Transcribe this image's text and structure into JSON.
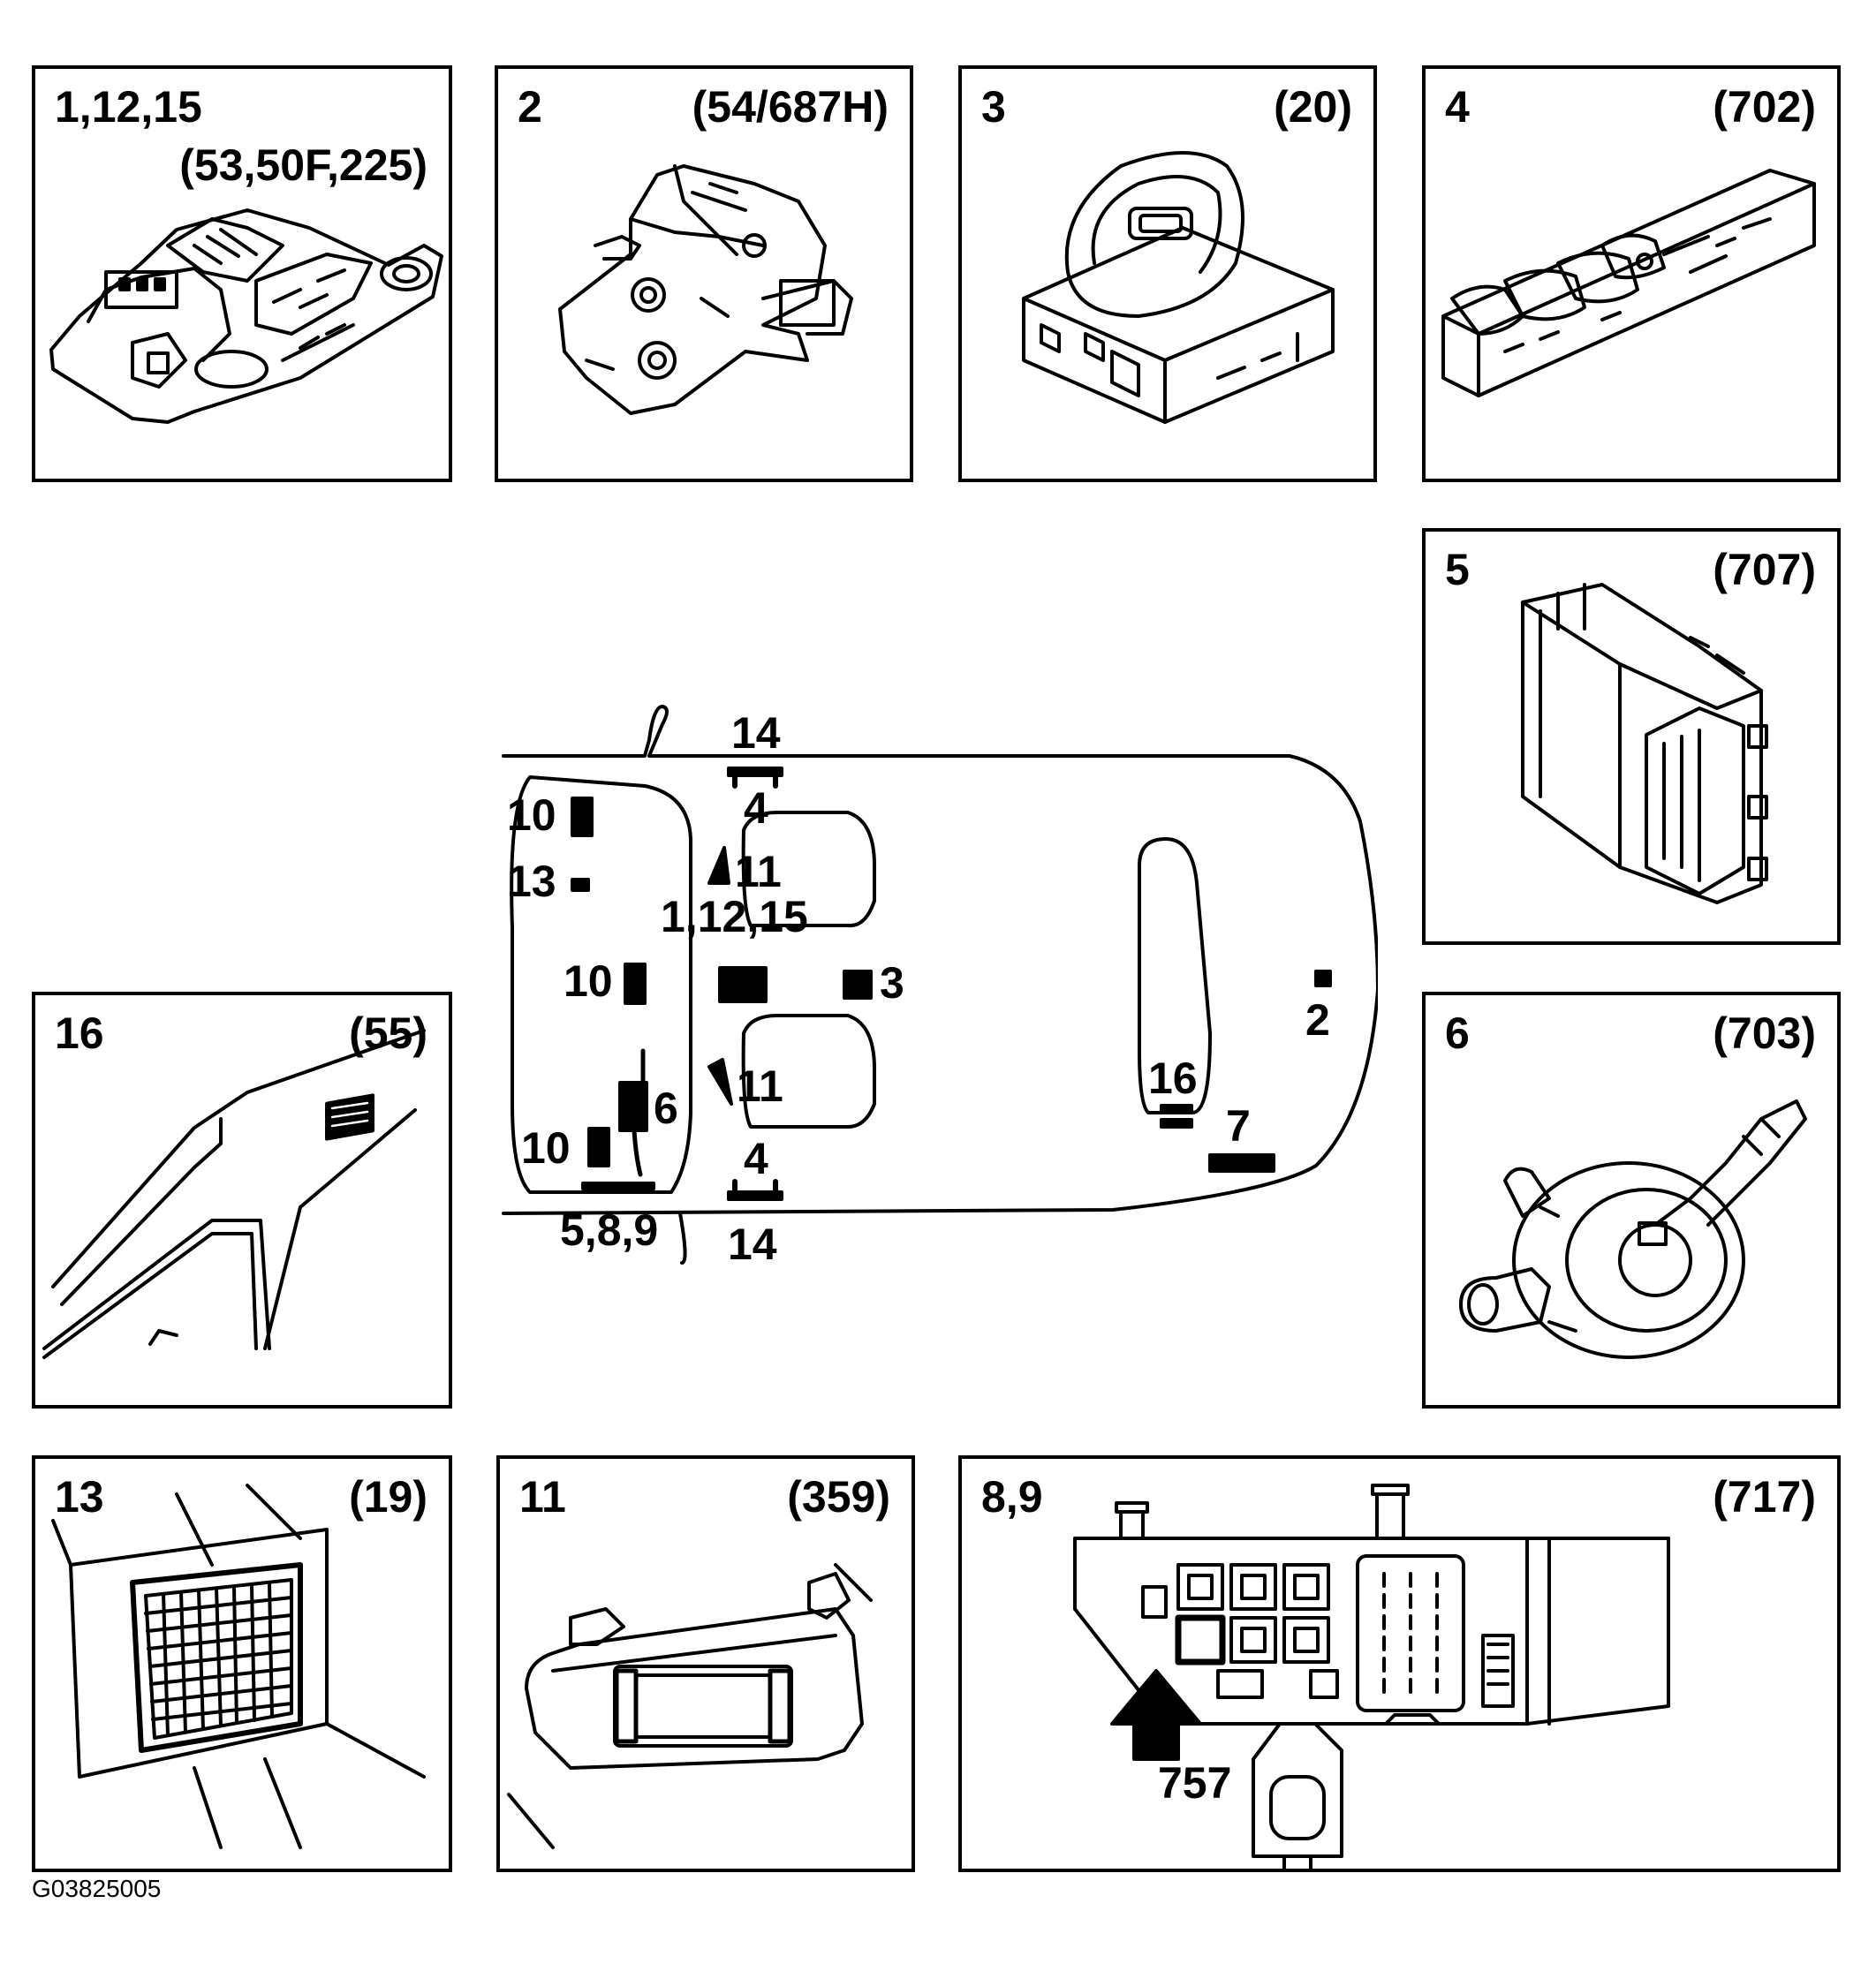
{
  "panels": {
    "p1": {
      "number": "1,12,15",
      "code": "(53,50F,225)",
      "icon": "roof-console-icon"
    },
    "p2": {
      "number": "2",
      "code": "(54/687H)",
      "icon": "tailgate-lock-icon"
    },
    "p3": {
      "number": "3",
      "code": "(20)",
      "icon": "ignition-switch-icon"
    },
    "p4": {
      "number": "4",
      "code": "(702)",
      "icon": "window-switch-icon"
    },
    "p5": {
      "number": "5",
      "code": "(707)",
      "icon": "control-module-icon"
    },
    "p6": {
      "number": "6",
      "code": "(703)",
      "icon": "steering-column-switch-icon"
    },
    "p16": {
      "number": "16",
      "code": "(55)",
      "icon": "rear-sensor-icon"
    },
    "p13": {
      "number": "13",
      "code": "(19)",
      "icon": "speaker-grille-icon"
    },
    "p11": {
      "number": "11",
      "code": "(359)",
      "icon": "sun-visor-icon"
    },
    "p89": {
      "number": "8,9",
      "code": "(717)",
      "icon": "fuse-box-icon",
      "arrow_label": "757"
    }
  },
  "overview": {
    "icon": "vehicle-outline-icon",
    "labels": {
      "l14_top": "14",
      "l4_top": "4",
      "l10_a": "10",
      "l13": "13",
      "l11_top": "11",
      "l1_12_15": "1,12,15",
      "l10_b": "10",
      "l3": "3",
      "l2": "2",
      "l16": "16",
      "l11_bottom": "11",
      "l6": "6",
      "l7": "7",
      "l10_c": "10",
      "l4_bottom": "4",
      "l5_8_9": "5,8,9",
      "l14_bottom": "14"
    }
  },
  "figure_id": "G03825005"
}
